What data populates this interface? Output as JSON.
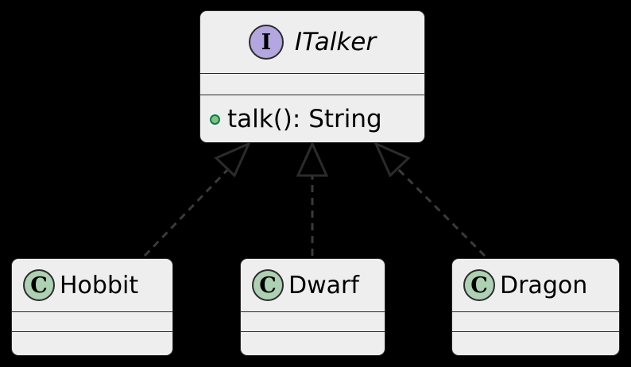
{
  "diagram": {
    "kind": "uml-class-diagram",
    "background_color": "#000000",
    "box_fill_color": "#eeeeee",
    "box_border_color": "#2b2b2b",
    "connector_color": "#3a3a3a",
    "interface_icon_color": "#b4a7e0",
    "class_icon_color": "#add1b2",
    "public_marker_color": "#84bf84"
  },
  "interface": {
    "icon_letter": "I",
    "icon_name": "interface-stereotype-icon",
    "name": "ITalker",
    "attributes": [],
    "methods": [
      {
        "visibility": "public",
        "marker_name": "public-visibility-marker",
        "signature": "talk(): String"
      }
    ]
  },
  "classes": [
    {
      "id": "hobbit",
      "icon_letter": "C",
      "name": "Hobbit",
      "attributes": [],
      "methods": []
    },
    {
      "id": "dwarf",
      "icon_letter": "C",
      "name": "Dwarf",
      "attributes": [],
      "methods": []
    },
    {
      "id": "dragon",
      "icon_letter": "C",
      "name": "Dragon",
      "attributes": [],
      "methods": []
    }
  ],
  "relationships": [
    {
      "from": "Hobbit",
      "to": "ITalker",
      "type": "realization",
      "line_style": "dashed",
      "arrow_head": "hollow-triangle"
    },
    {
      "from": "Dwarf",
      "to": "ITalker",
      "type": "realization",
      "line_style": "dashed",
      "arrow_head": "hollow-triangle"
    },
    {
      "from": "Dragon",
      "to": "ITalker",
      "type": "realization",
      "line_style": "dashed",
      "arrow_head": "hollow-triangle"
    }
  ]
}
